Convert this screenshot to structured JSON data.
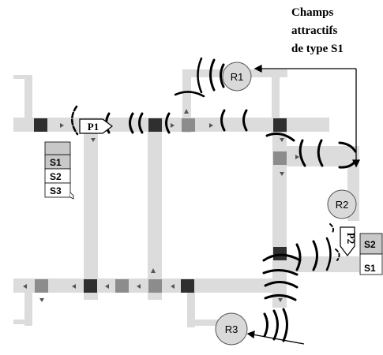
{
  "annotation": {
    "lines": [
      "Champs",
      "attractifs",
      "de type S1"
    ]
  },
  "robots": [
    {
      "id": "r1",
      "label": "R1"
    },
    {
      "id": "r2",
      "label": "R2"
    },
    {
      "id": "r3",
      "label": "R3"
    }
  ],
  "products": [
    {
      "id": "p1",
      "label": "P1"
    },
    {
      "id": "p2",
      "label": "P2"
    }
  ],
  "stacks": [
    {
      "id": "left-stack",
      "items": [
        "S1",
        "S2",
        "S3"
      ],
      "highlighted": "S1"
    },
    {
      "id": "right-stack",
      "items": [
        "S2",
        "S1"
      ],
      "highlighted": "S2"
    }
  ],
  "colors": {
    "track": "#dcdcdc",
    "node_dark": "#2f2f2f",
    "node_mid": "#8c8c8c",
    "robot_fill": "#d9d9d9",
    "highlight_cell": "#c8c8c8",
    "field_arc": "#000000"
  }
}
